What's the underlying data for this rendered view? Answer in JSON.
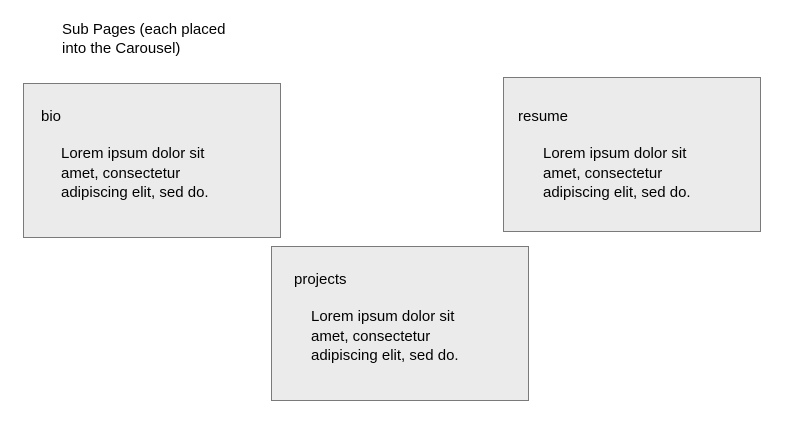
{
  "heading": "Sub Pages (each placed\ninto the Carousel)",
  "pages": [
    {
      "title": "bio",
      "body": "Lorem ipsum dolor sit\namet, consectetur\nadipiscing elit, sed do."
    },
    {
      "title": "resume",
      "body": "Lorem ipsum dolor sit\namet, consectetur\nadipiscing elit, sed do."
    },
    {
      "title": "projects",
      "body": "Lorem ipsum dolor sit\namet, consectetur\nadipiscing elit, sed do."
    }
  ],
  "colors": {
    "box_fill": "#ebebeb",
    "box_border": "#7a7a7a"
  }
}
